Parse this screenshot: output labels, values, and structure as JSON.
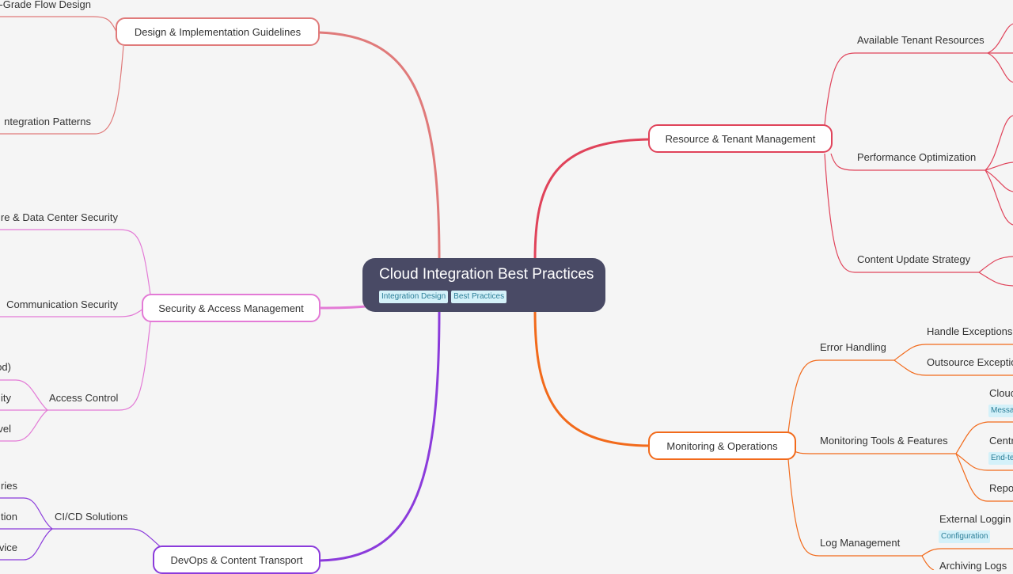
{
  "root": {
    "title": "Cloud Integration Best Practices",
    "tags": [
      "Integration Design",
      "Best Practices"
    ]
  },
  "colors": {
    "background": "#f5f5f5",
    "root": "#494a65",
    "design": "#e07a7a",
    "security": "#e37ad6",
    "devops": "#8b3bdb",
    "resource": "#e0435a",
    "monitoring": "#f26a1b",
    "tag_bg": "#d4f1f9",
    "tag_text": "#2b7e98"
  },
  "branches": {
    "design": {
      "label": "Design & Implementation Guidelines",
      "children": [
        "-Grade Flow Design",
        "ntegration Patterns"
      ]
    },
    "security": {
      "label": "Security & Access Management",
      "children": [
        "re & Data Center Security",
        "Communication Security",
        "Access Control"
      ],
      "access_control_children": [
        "od)",
        "ity",
        "vel"
      ]
    },
    "devops": {
      "label": "DevOps & Content Transport",
      "children": [
        "CI/CD Solutions"
      ],
      "cicd_children": [
        "ries",
        "tion",
        "vice"
      ]
    },
    "resource": {
      "label": "Resource & Tenant Management",
      "children": [
        "Available Tenant Resources",
        "Performance Optimization",
        "Content Update Strategy"
      ]
    },
    "monitoring": {
      "label": "Monitoring & Operations",
      "children": [
        "Error Handling",
        "Monitoring Tools & Features",
        "Log Management"
      ],
      "error_children": [
        "Handle Exceptions",
        "Outsource Exceptio"
      ],
      "tools_children": [
        "Clouc",
        "Centr",
        "Repo"
      ],
      "tools_tags": [
        "Messa",
        "End-te"
      ],
      "log_children": [
        "External Loggin",
        "Archiving Logs"
      ],
      "log_tags": [
        "Configuration"
      ]
    }
  }
}
